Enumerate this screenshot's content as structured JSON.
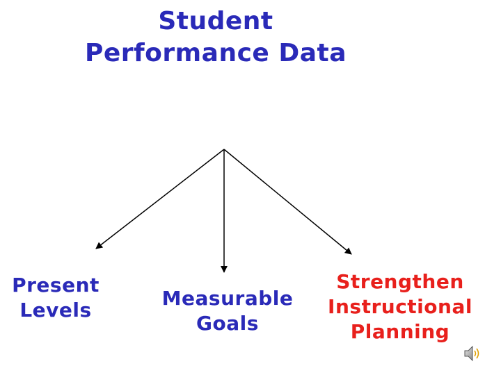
{
  "title": {
    "line1": "Student",
    "line2": "Performance Data",
    "color": "#2a2ab8"
  },
  "nodes": {
    "present_levels": {
      "line1": "Present",
      "line2": "Levels",
      "color": "#2a2ab8"
    },
    "measurable_goals": {
      "line1": "Measurable",
      "line2": "Goals",
      "color": "#2a2ab8"
    },
    "instructional_planning": {
      "line1": "Strengthen",
      "line2": "Instructional",
      "line3": "Planning",
      "color": "#e8201c"
    }
  },
  "audio": {
    "icon": "speaker-icon"
  }
}
